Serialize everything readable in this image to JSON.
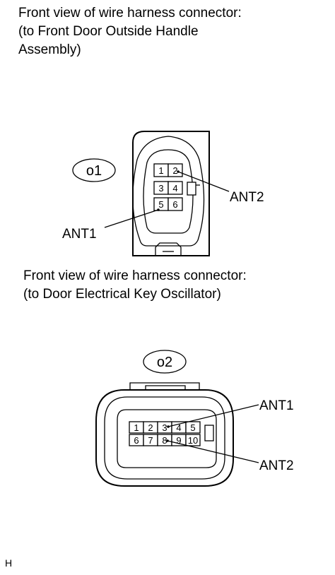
{
  "connector1": {
    "caption_line1": "Front view of wire harness connector:",
    "caption_line2": "(to Front Door Outside Handle",
    "caption_line3": "Assembly)",
    "code": "o1",
    "pins": [
      "1",
      "2",
      "3",
      "4",
      "5",
      "6"
    ],
    "label_top": "ANT2",
    "label_bottom": "ANT1"
  },
  "connector2": {
    "caption_line1": "Front view of wire harness connector:",
    "caption_line2": "(to Door Electrical Key Oscillator)",
    "code": "o2",
    "pins_row1": [
      "1",
      "2",
      "3",
      "4",
      "5"
    ],
    "pins_row2": [
      "6",
      "7",
      "8",
      "9",
      "10"
    ],
    "label_top": "ANT1",
    "label_bottom": "ANT2"
  },
  "footer": {
    "code": "H"
  }
}
